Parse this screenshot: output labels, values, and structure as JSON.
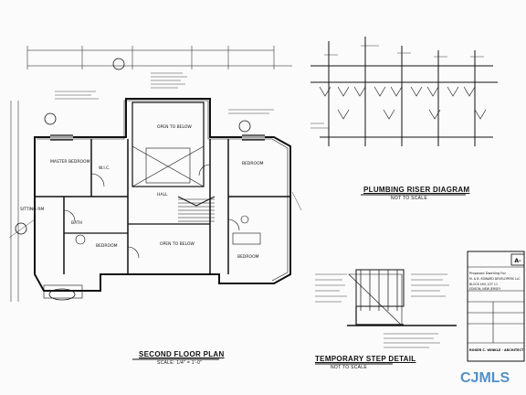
{
  "plans": {
    "second_floor": {
      "title": "SECOND FLOOR PLAN",
      "scale": "SCALE: 1/4\" = 1'-0\"",
      "rooms": {
        "master_bedroom": "MASTER BEDROOM",
        "sitting_rm": "SITTING RM",
        "hall": "HALL",
        "bedroom_1": "BEDROOM",
        "bedroom_2": "BEDROOM",
        "bedroom_3": "BEDROOM",
        "open_to_below_1": "OPEN TO BELOW",
        "open_to_below_2": "OPEN TO BELOW",
        "bath": "BATH",
        "wic": "W.I.C."
      }
    },
    "plumbing_riser": {
      "title": "PLUMBING RISER DIAGRAM",
      "scale": "NOT TO SCALE"
    },
    "temp_step": {
      "title": "TEMPORARY STEP DETAIL",
      "scale": "NOT TO SCALE"
    }
  },
  "title_block": {
    "sheet_no": "A-",
    "project": "Proposed Dwelling For",
    "owner": "M. & B. EDWARD DEVELOPERS LLC",
    "lot": "BLOCK 494, LOT 11",
    "location": "EDISON, NEW JERSEY",
    "architect": "ROGER C. WINKLE - ARCHITECT"
  },
  "watermark": {
    "brand": "CJMLS"
  }
}
